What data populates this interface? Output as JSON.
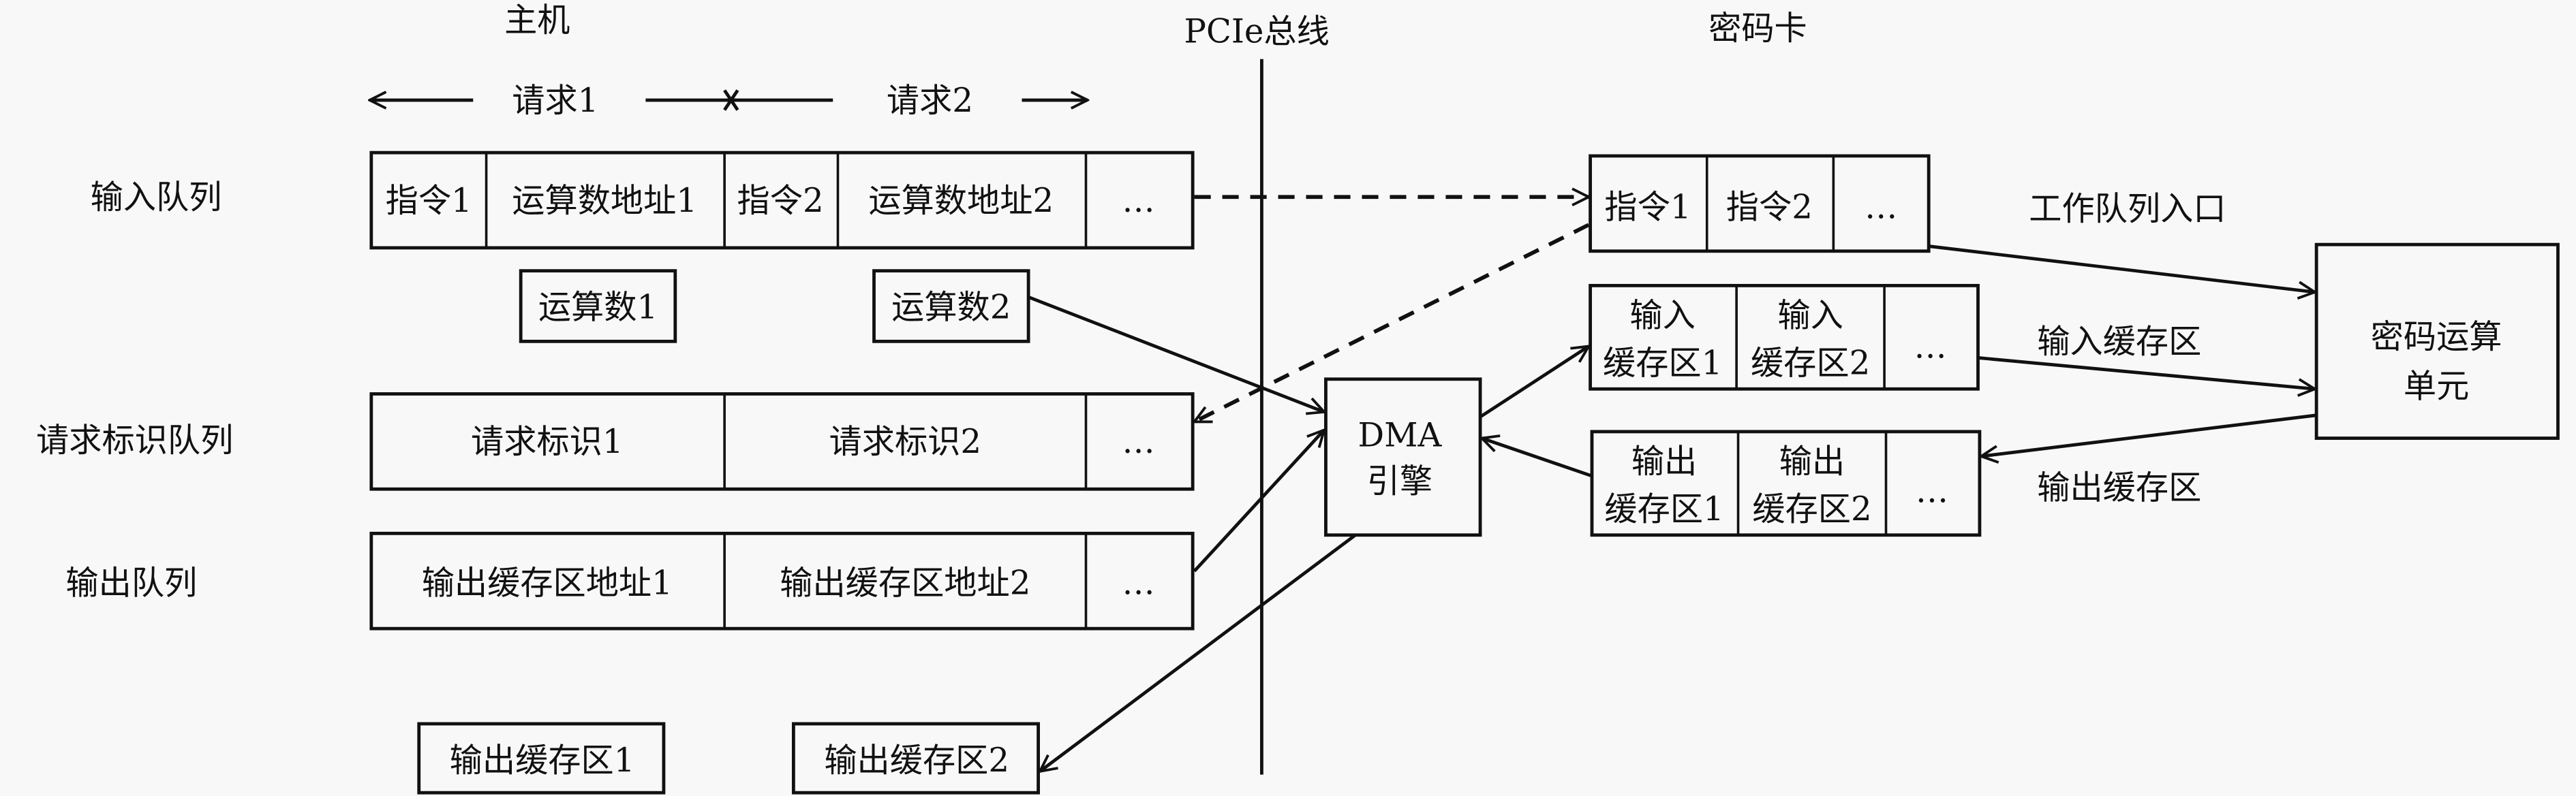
{
  "sections": {
    "host": "主机",
    "bus": "PCIe总线",
    "card": "密码卡"
  },
  "request_span": {
    "request1": "请求1",
    "request2": "请求2"
  },
  "host_queues": {
    "input_queue": {
      "label": "输入队列",
      "cells": [
        "指令1",
        "运算数地址1",
        "指令2",
        "运算数地址2",
        "…"
      ]
    },
    "operands": [
      "运算数1",
      "运算数2"
    ],
    "request_id_queue": {
      "label": "请求标识队列",
      "cells": [
        "请求标识1",
        "请求标识2",
        "…"
      ]
    },
    "output_queue": {
      "label": "输出队列",
      "cells": [
        "输出缓存区地址1",
        "输出缓存区地址2",
        "…"
      ]
    },
    "output_buffers": [
      "输出缓存区1",
      "输出缓存区2"
    ]
  },
  "dma": {
    "line1": "DMA",
    "line2": "引擎"
  },
  "card_parts": {
    "work_queue": {
      "cells": [
        "指令1",
        "指令2",
        "…"
      ],
      "label": "工作队列入口"
    },
    "input_buffers": {
      "cells": [
        {
          "line1": "输入",
          "line2": "缓存区1"
        },
        {
          "line1": "输入",
          "line2": "缓存区2"
        },
        {
          "line1": "…",
          "line2": ""
        }
      ],
      "label": "输入缓存区"
    },
    "output_buffers": {
      "cells": [
        {
          "line1": "输出",
          "line2": "缓存区1"
        },
        {
          "line1": "输出",
          "line2": "缓存区2"
        },
        {
          "line1": "…",
          "line2": ""
        }
      ],
      "label": "输出缓存区"
    },
    "crypto_unit": {
      "line1": "密码运算",
      "line2": "单元"
    }
  }
}
